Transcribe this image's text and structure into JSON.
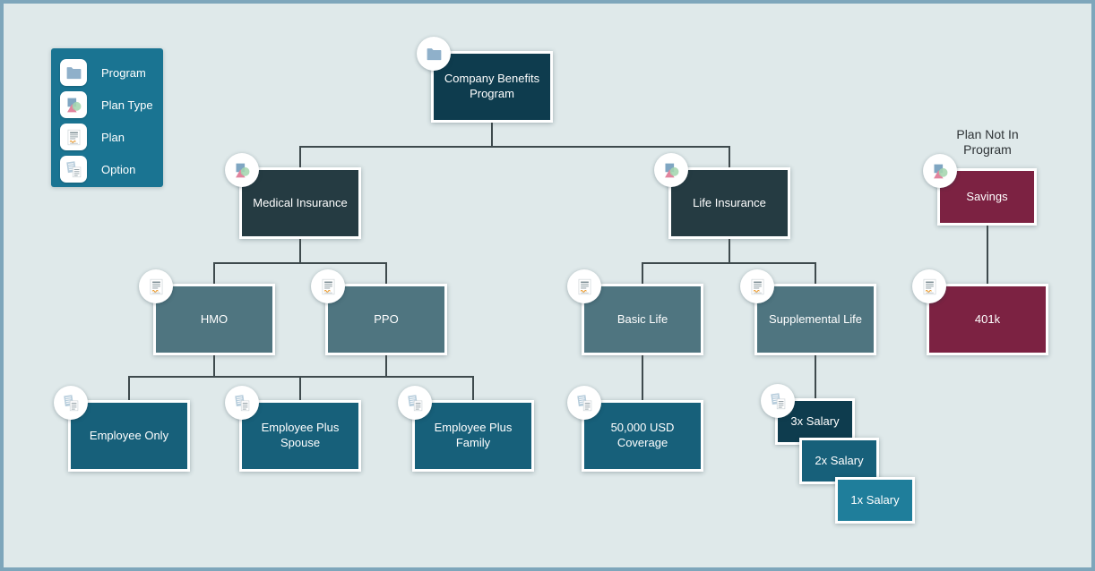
{
  "legend": {
    "items": [
      {
        "label": "Program",
        "icon": "folder-icon"
      },
      {
        "label": "Plan Type",
        "icon": "shapes-icon"
      },
      {
        "label": "Plan",
        "icon": "document-icon"
      },
      {
        "label": "Option",
        "icon": "documents-stack-icon"
      }
    ]
  },
  "annotation": {
    "line1": "Plan Not In",
    "line2": "Program"
  },
  "nodes": {
    "root": {
      "label": "Company Benefits Program",
      "type": "program"
    },
    "medical": {
      "label": "Medical Insurance",
      "type": "plan-type"
    },
    "life": {
      "label": "Life Insurance",
      "type": "plan-type"
    },
    "hmo": {
      "label": "HMO",
      "type": "plan"
    },
    "ppo": {
      "label": "PPO",
      "type": "plan"
    },
    "basic_life": {
      "label": "Basic Life",
      "type": "plan"
    },
    "supplemental_life": {
      "label": "Supplemental Life",
      "type": "plan"
    },
    "employee_only": {
      "label": "Employee Only",
      "type": "option"
    },
    "employee_plus_spouse": {
      "label": "Employee Plus Spouse",
      "type": "option"
    },
    "employee_plus_family": {
      "label": "Employee Plus Family",
      "type": "option"
    },
    "coverage_50000": {
      "label": "50,000 USD Coverage",
      "type": "option"
    },
    "salary_3x": {
      "label": "3x Salary",
      "type": "option"
    },
    "salary_2x": {
      "label": "2x Salary",
      "type": "option"
    },
    "salary_1x": {
      "label": "1x Salary",
      "type": "option"
    },
    "savings": {
      "label": "Savings",
      "type": "plan-type-not-in-program"
    },
    "k401": {
      "label": "401k",
      "type": "plan-not-in-program"
    }
  },
  "colors": {
    "background": "#dfe9ea",
    "frame_border": "#7ea6bb",
    "legend_bg": "#1a7492",
    "program": "#0e3c4e",
    "plan_type": "#253b42",
    "plan": "#4f7580",
    "option": "#17607a",
    "option_light": "#1f7e9b",
    "not_in_program": "#7c2242",
    "connector": "#3e4a4d"
  }
}
